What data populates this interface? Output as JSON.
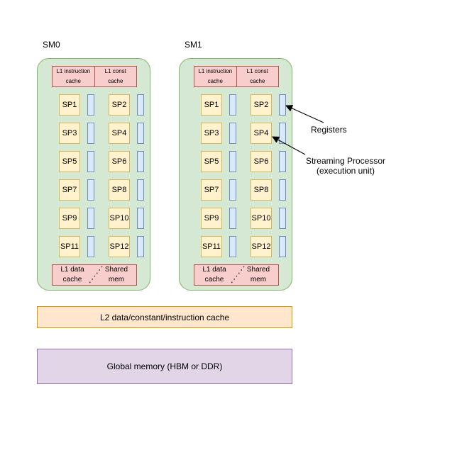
{
  "sm_blocks": [
    {
      "title": "SM0",
      "l1_top": {
        "left": "L1 instruction\ncache",
        "right": "L1 const\ncache"
      },
      "sps": [
        "SP1",
        "SP2",
        "SP3",
        "SP4",
        "SP5",
        "SP6",
        "SP7",
        "SP8",
        "SP9",
        "SP10",
        "SP11",
        "SP12"
      ],
      "l1_bottom": {
        "left": "L1 data\ncache",
        "right": "Shared\nmem"
      }
    },
    {
      "title": "SM1",
      "l1_top": {
        "left": "L1 instruction\ncache",
        "right": "L1 const\ncache"
      },
      "sps": [
        "SP1",
        "SP2",
        "SP3",
        "SP4",
        "SP5",
        "SP6",
        "SP7",
        "SP8",
        "SP9",
        "SP10",
        "SP11",
        "SP12"
      ],
      "l1_bottom": {
        "left": "L1 data\ncache",
        "right": "Shared\nmem"
      }
    }
  ],
  "l2_cache": "L2 data/constant/instruction cache",
  "global_memory": "Global memory (HBM or DDR)",
  "annotations": {
    "registers": "Registers",
    "streaming_processor_line1": "Streaming Processor",
    "streaming_processor_line2": "(execution unit)"
  },
  "colors": {
    "sm_fill": "#d5e8d4",
    "sm_stroke": "#82b366",
    "l1_fill": "#f8cecc",
    "l1_stroke": "#b85450",
    "sp_fill": "#fff2cc",
    "sp_stroke": "#d6b656",
    "reg_fill": "#dae8fc",
    "reg_stroke": "#6c8ebf",
    "l2_fill": "#ffe6cc",
    "l2_stroke": "#d79b00",
    "gm_fill": "#e1d5e7",
    "gm_stroke": "#9673a6"
  }
}
